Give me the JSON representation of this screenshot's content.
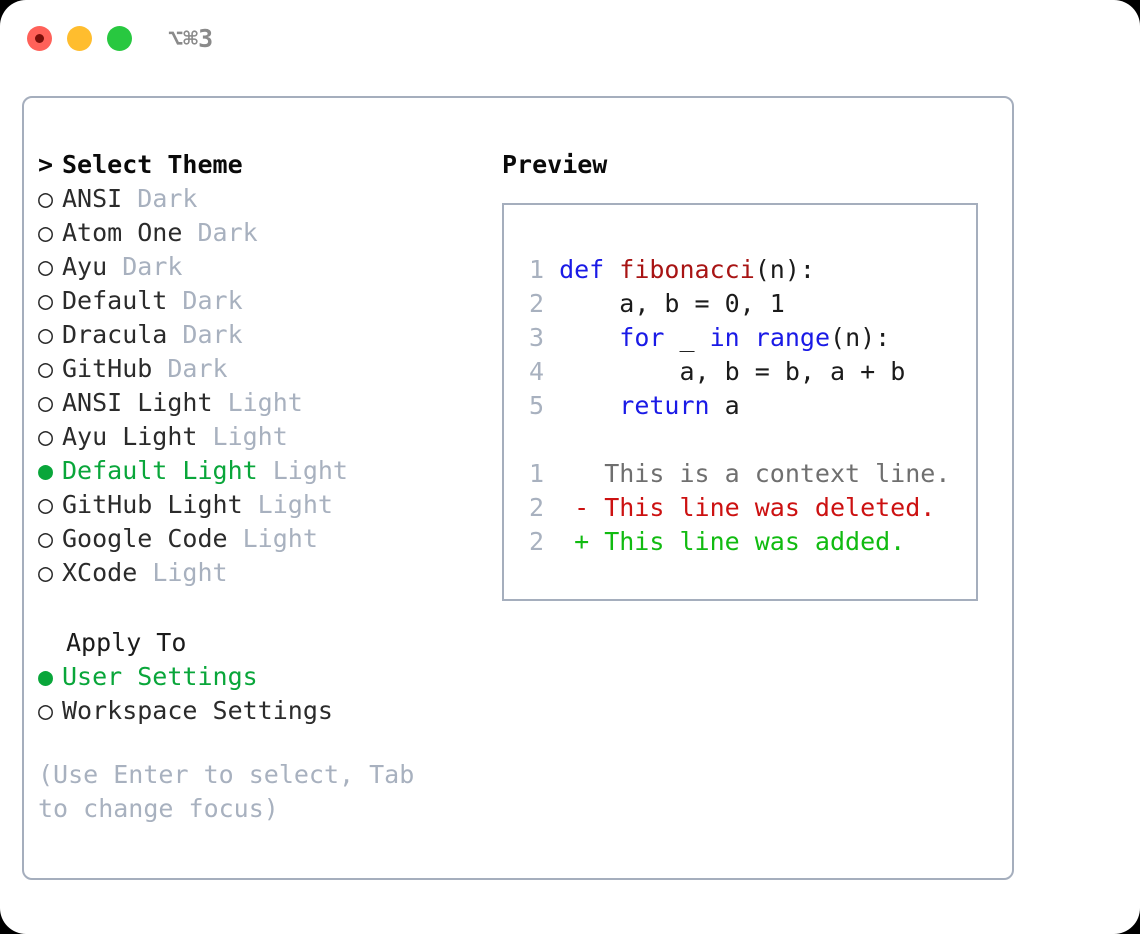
{
  "window": {
    "shortcut_label": "⌥⌘3",
    "traffic_lights": [
      "close-red",
      "minimize-yellow",
      "maximize-green"
    ]
  },
  "colors": {
    "accent_green": "#09a63a",
    "muted_blue_gray": "#a8b1bf",
    "border": "#a5aebd",
    "keyword_blue": "#1a1ae6",
    "function_red": "#a81414",
    "diff_added": "#11bb11",
    "diff_deleted": "#cc1111",
    "diff_context": "#6f6f6f"
  },
  "theme_picker": {
    "caret": ">",
    "heading": "Select Theme",
    "bullet_selected": "●",
    "bullet_unselected": "○",
    "items": [
      {
        "name": "ANSI",
        "badge": "Dark",
        "selected": false
      },
      {
        "name": "Atom One",
        "badge": "Dark",
        "selected": false
      },
      {
        "name": "Ayu",
        "badge": "Dark",
        "selected": false
      },
      {
        "name": "Default",
        "badge": "Dark",
        "selected": false
      },
      {
        "name": "Dracula",
        "badge": "Dark",
        "selected": false
      },
      {
        "name": "GitHub",
        "badge": "Dark",
        "selected": false
      },
      {
        "name": "ANSI Light",
        "badge": "Light",
        "selected": false
      },
      {
        "name": "Ayu Light",
        "badge": "Light",
        "selected": false
      },
      {
        "name": "Default Light",
        "badge": "Light",
        "selected": true
      },
      {
        "name": "GitHub Light",
        "badge": "Light",
        "selected": false
      },
      {
        "name": "Google Code",
        "badge": "Light",
        "selected": false
      },
      {
        "name": "XCode",
        "badge": "Light",
        "selected": false
      }
    ]
  },
  "apply_to": {
    "title": "Apply To",
    "options": [
      {
        "name": "User Settings",
        "selected": true
      },
      {
        "name": "Workspace Settings",
        "selected": false
      }
    ]
  },
  "hint": "(Use Enter to select, Tab to change focus)",
  "preview": {
    "title": "Preview",
    "code_lines": [
      {
        "num": "1",
        "tokens": [
          {
            "t": "def ",
            "c": "kw"
          },
          {
            "t": "fibonacci",
            "c": "fn"
          },
          {
            "t": "(n):",
            "c": "pl"
          }
        ]
      },
      {
        "num": "2",
        "tokens": [
          {
            "t": "    a, b = 0, 1",
            "c": "pl"
          }
        ]
      },
      {
        "num": "3",
        "tokens": [
          {
            "t": "    ",
            "c": "pl"
          },
          {
            "t": "for",
            "c": "kw"
          },
          {
            "t": " _ ",
            "c": "pl"
          },
          {
            "t": "in",
            "c": "kw"
          },
          {
            "t": " ",
            "c": "pl"
          },
          {
            "t": "range",
            "c": "kw"
          },
          {
            "t": "(n):",
            "c": "pl"
          }
        ]
      },
      {
        "num": "4",
        "tokens": [
          {
            "t": "        a, b = b, a + b",
            "c": "pl"
          }
        ]
      },
      {
        "num": "5",
        "tokens": [
          {
            "t": "    ",
            "c": "pl"
          },
          {
            "t": "return",
            "c": "kw"
          },
          {
            "t": " a",
            "c": "pl"
          }
        ]
      }
    ],
    "diff_lines": [
      {
        "num": "1",
        "marker": " ",
        "text": " This is a context line.",
        "kind": "context"
      },
      {
        "num": "2",
        "marker": "-",
        "text": " This line was deleted.",
        "kind": "deleted"
      },
      {
        "num": "2",
        "marker": "+",
        "text": " This line was added.",
        "kind": "added"
      }
    ]
  }
}
